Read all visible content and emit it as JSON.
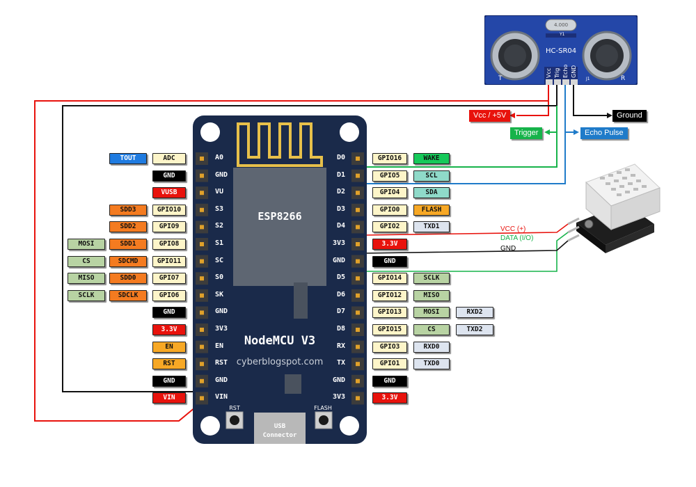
{
  "board": {
    "name": "NodeMCU V3",
    "chip": "ESP8266",
    "watermark": "cyberblogspot.com",
    "rst_label": "RST",
    "flash_label": "FLASH",
    "usb_line1": "USB",
    "usb_line2": "Connector"
  },
  "left_pins": [
    {
      "pin": "A0",
      "labels": [
        {
          "text": "ADC",
          "type": "adc"
        },
        {
          "text": "TOUT",
          "type": "blue"
        }
      ]
    },
    {
      "pin": "GND",
      "labels": [
        {
          "text": "GND",
          "type": "gnd"
        }
      ]
    },
    {
      "pin": "VU",
      "labels": [
        {
          "text": "VUSB",
          "type": "power"
        }
      ]
    },
    {
      "pin": "S3",
      "labels": [
        {
          "text": "GPIO10",
          "type": "gpio"
        },
        {
          "text": "SDD3",
          "type": "sd"
        }
      ]
    },
    {
      "pin": "S2",
      "labels": [
        {
          "text": "GPIO9",
          "type": "gpio"
        },
        {
          "text": "SDD2",
          "type": "sd"
        }
      ]
    },
    {
      "pin": "S1",
      "labels": [
        {
          "text": "GPIO8",
          "type": "gpio"
        },
        {
          "text": "SDD1",
          "type": "sd"
        },
        {
          "text": "MOSI",
          "type": "green"
        }
      ]
    },
    {
      "pin": "SC",
      "labels": [
        {
          "text": "GPIO11",
          "type": "gpio"
        },
        {
          "text": "SDCMD",
          "type": "sd"
        },
        {
          "text": "CS",
          "type": "green"
        }
      ]
    },
    {
      "pin": "S0",
      "labels": [
        {
          "text": "GPIO7",
          "type": "gpio"
        },
        {
          "text": "SDD0",
          "type": "sd"
        },
        {
          "text": "MISO",
          "type": "green"
        }
      ]
    },
    {
      "pin": "SK",
      "labels": [
        {
          "text": "GPIO6",
          "type": "gpio"
        },
        {
          "text": "SDCLK",
          "type": "sd"
        },
        {
          "text": "SCLK",
          "type": "green"
        }
      ]
    },
    {
      "pin": "GND",
      "labels": [
        {
          "text": "GND",
          "type": "gnd"
        }
      ]
    },
    {
      "pin": "3V3",
      "labels": [
        {
          "text": "3.3V",
          "type": "power"
        }
      ]
    },
    {
      "pin": "EN",
      "labels": [
        {
          "text": "EN",
          "type": "en"
        }
      ]
    },
    {
      "pin": "RST",
      "labels": [
        {
          "text": "RST",
          "type": "en"
        }
      ]
    },
    {
      "pin": "GND",
      "labels": [
        {
          "text": "GND",
          "type": "gnd"
        }
      ]
    },
    {
      "pin": "VIN",
      "labels": [
        {
          "text": "VIN",
          "type": "power"
        }
      ]
    }
  ],
  "right_pins": [
    {
      "pin": "D0",
      "labels": [
        {
          "text": "GPIO16",
          "type": "gpio"
        },
        {
          "text": "WAKE",
          "type": "wake"
        }
      ]
    },
    {
      "pin": "D1",
      "labels": [
        {
          "text": "GPIO5",
          "type": "gpio"
        },
        {
          "text": "SCL",
          "type": "teal"
        }
      ]
    },
    {
      "pin": "D2",
      "labels": [
        {
          "text": "GPIO4",
          "type": "gpio"
        },
        {
          "text": "SDA",
          "type": "teal"
        }
      ]
    },
    {
      "pin": "D3",
      "labels": [
        {
          "text": "GPIO0",
          "type": "gpio"
        },
        {
          "text": "FLASH",
          "type": "en"
        }
      ]
    },
    {
      "pin": "D4",
      "labels": [
        {
          "text": "GPIO2",
          "type": "gpio"
        },
        {
          "text": "TXD1",
          "type": "uart"
        }
      ]
    },
    {
      "pin": "3V3",
      "labels": [
        {
          "text": "3.3V",
          "type": "power"
        }
      ]
    },
    {
      "pin": "GND",
      "labels": [
        {
          "text": "GND",
          "type": "gnd"
        }
      ]
    },
    {
      "pin": "D5",
      "labels": [
        {
          "text": "GPIO14",
          "type": "gpio"
        },
        {
          "text": "SCLK",
          "type": "green"
        }
      ]
    },
    {
      "pin": "D6",
      "labels": [
        {
          "text": "GPIO12",
          "type": "gpio"
        },
        {
          "text": "MISO",
          "type": "green"
        }
      ]
    },
    {
      "pin": "D7",
      "labels": [
        {
          "text": "GPIO13",
          "type": "gpio"
        },
        {
          "text": "MOSI",
          "type": "green"
        },
        {
          "text": "RXD2",
          "type": "uart"
        }
      ]
    },
    {
      "pin": "D8",
      "labels": [
        {
          "text": "GPIO15",
          "type": "gpio"
        },
        {
          "text": "CS",
          "type": "green"
        },
        {
          "text": "TXD2",
          "type": "uart"
        }
      ]
    },
    {
      "pin": "RX",
      "labels": [
        {
          "text": "GPIO3",
          "type": "gpio"
        },
        {
          "text": "RXD0",
          "type": "uart"
        }
      ]
    },
    {
      "pin": "TX",
      "labels": [
        {
          "text": "GPIO1",
          "type": "gpio"
        },
        {
          "text": "TXD0",
          "type": "uart"
        }
      ]
    },
    {
      "pin": "GND",
      "labels": [
        {
          "text": "GND",
          "type": "gnd"
        }
      ]
    },
    {
      "pin": "3V3",
      "labels": [
        {
          "text": "3.3V",
          "type": "power"
        }
      ]
    }
  ],
  "label_colors": {
    "gpio": {
      "bg": "#fdf5c9",
      "fg": "#111111"
    },
    "adc": {
      "bg": "#fdf5c9",
      "fg": "#111111"
    },
    "gnd": {
      "bg": "#000000",
      "fg": "#ffffff"
    },
    "power": {
      "bg": "#e8120c",
      "fg": "#ffffff"
    },
    "sd": {
      "bg": "#f47b20",
      "fg": "#111111"
    },
    "green": {
      "bg": "#b8d3a3",
      "fg": "#111111"
    },
    "blue": {
      "bg": "#1f7be0",
      "fg": "#ffffff"
    },
    "en": {
      "bg": "#f7a825",
      "fg": "#111111"
    },
    "wake": {
      "bg": "#16c95a",
      "fg": "#111111"
    },
    "teal": {
      "bg": "#8fdac9",
      "fg": "#111111"
    },
    "uart": {
      "bg": "#dde4ef",
      "fg": "#111111"
    }
  },
  "ultrasonic": {
    "model": "HC-SR04",
    "crystal_text": "4.000",
    "crystal_ref": "Y1",
    "jumper_ref": "J1",
    "pins": [
      "Vcc",
      "Trig",
      "Echo",
      "GND"
    ],
    "t_mark": "T",
    "r_mark": "R"
  },
  "callouts": {
    "vcc": {
      "text": "Vcc / +5V",
      "bg": "#e8120c"
    },
    "ground": {
      "text": "Ground",
      "bg": "#000000"
    },
    "trigger": {
      "text": "Trigger",
      "bg": "#16b34a"
    },
    "echo": {
      "text": "Echo Pulse",
      "bg": "#1f7bc9"
    }
  },
  "dht": {
    "vcc": {
      "text": "VCC (+)",
      "color": "#e8120c"
    },
    "data": {
      "text": "DATA (I/O)",
      "color": "#16b34a"
    },
    "gnd": {
      "text": "GND",
      "color": "#000000"
    }
  },
  "wire_colors": {
    "red": "#e8120c",
    "black": "#111111",
    "green": "#16b34a",
    "blue": "#1f7bc9"
  }
}
